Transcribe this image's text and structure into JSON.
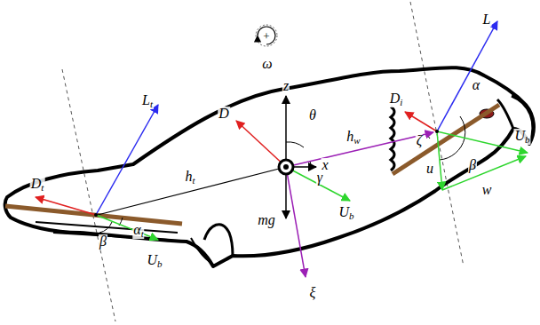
{
  "diagram": {
    "labels": [
      "+",
      "ω",
      "z",
      "θ",
      "Lt",
      "D",
      "Dt",
      "ht",
      "hw",
      "x",
      "γ",
      "Ub",
      "mg",
      "ξ",
      "L",
      "Di",
      "ζ",
      "α",
      "u",
      "β",
      "Ub",
      "w",
      "β",
      "αt",
      "Ub"
    ]
  }
}
